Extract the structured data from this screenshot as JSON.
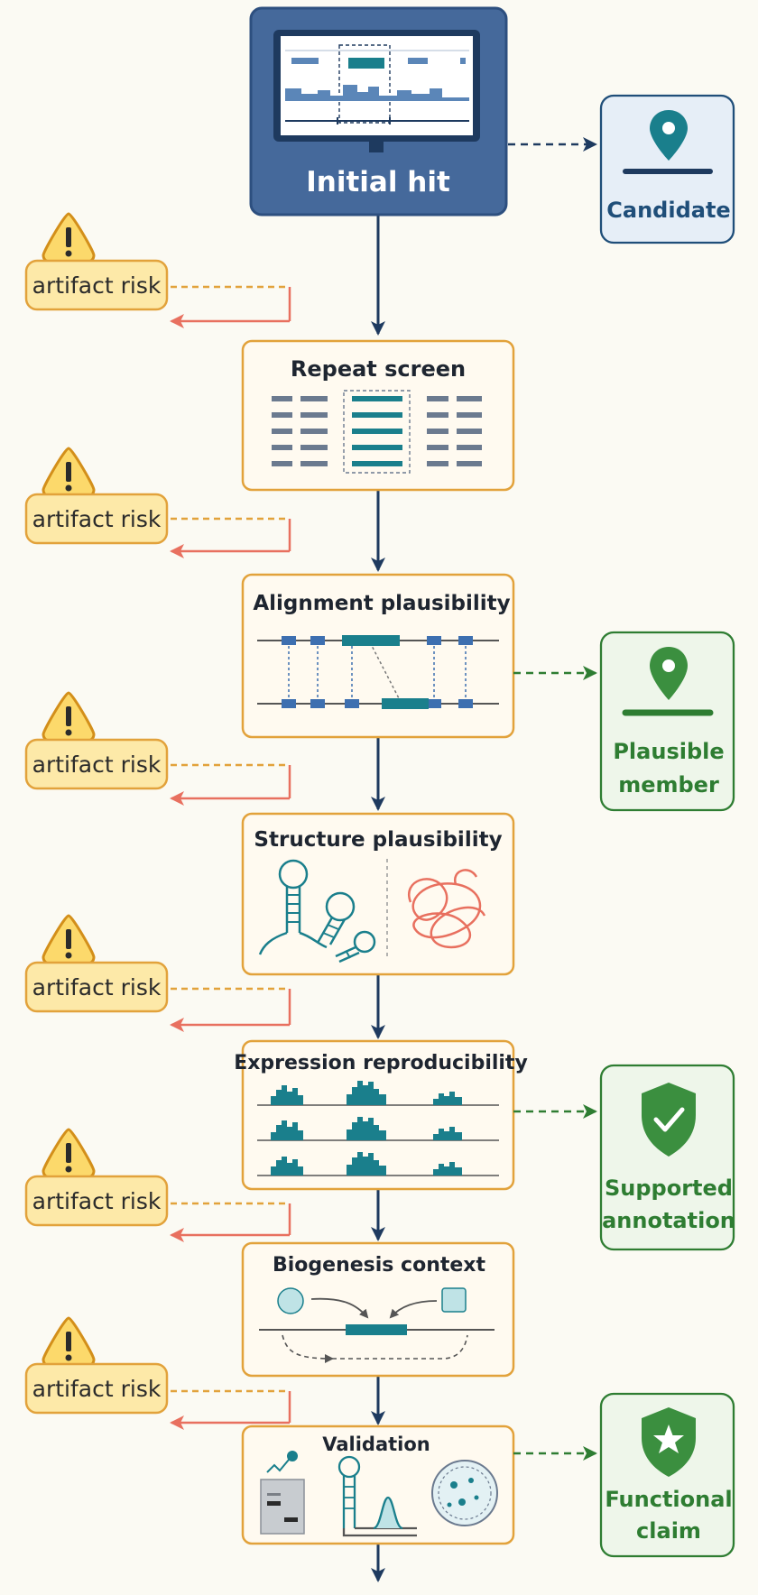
{
  "start": {
    "title": "Initial hit"
  },
  "steps": [
    {
      "title": "Repeat screen"
    },
    {
      "title": "Alignment plausibility"
    },
    {
      "title": "Structure plausibility"
    },
    {
      "title": "Expression reproducibility"
    },
    {
      "title": "Biogenesis context"
    },
    {
      "title": "Validation"
    }
  ],
  "risk_label": "artifact risk",
  "outcomes": {
    "candidate": {
      "lines": [
        "Candidate"
      ],
      "color": "#1f4e79"
    },
    "plausible": {
      "lines": [
        "Plausible",
        "member"
      ],
      "color": "#2e7d32"
    },
    "supported": {
      "lines": [
        "Supported",
        "annotation"
      ],
      "color": "#2e7d32"
    },
    "functional": {
      "lines": [
        "Functional",
        "claim"
      ],
      "color": "#2e7d32"
    }
  },
  "colors": {
    "navy": "#1e3a5f",
    "box_border": "#e2a23b",
    "box_fill": "#fffaf0",
    "risk_fill": "#fde9a8",
    "risk_dash": "#e2a23b",
    "risk_arrow": "#e8705f",
    "teal": "#1a7f8c",
    "green": "#2e7d32",
    "salmon": "#e8705f"
  },
  "icons": [
    "monitor-icon",
    "map-pin-icon",
    "warning-icon",
    "rna-hairpin-icon",
    "tangled-rna-icon",
    "coverage-track-icon",
    "shield-check-icon",
    "shield-star-icon",
    "gel-icon",
    "petri-dish-icon"
  ]
}
